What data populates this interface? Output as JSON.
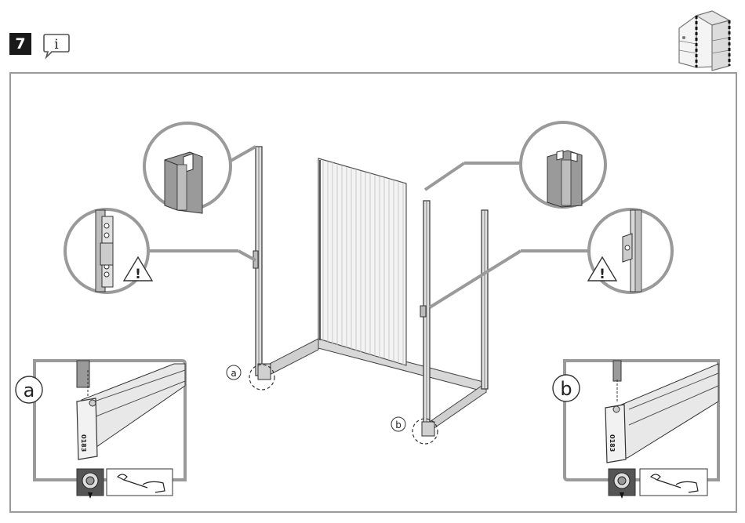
{
  "step": {
    "number": "7"
  },
  "info_icon": {
    "glyph": "i",
    "icon": "info-speech-bubble-icon"
  },
  "overview_icon": "shed-assembly-overview-icon",
  "callouts": {
    "a_small": "a",
    "b_small": "b",
    "a_detail": "a",
    "b_detail": "b"
  },
  "detail_a": {
    "part_code": "0183"
  },
  "detail_b": {
    "part_code": "0183"
  },
  "warnings": {
    "left": "!",
    "right": "!"
  },
  "colors": {
    "frame": "#9a9a9a",
    "panel": "#e8e8e8",
    "rail": "#bdbdbd",
    "dark": "#3a3a3a",
    "nut": "#555555"
  }
}
